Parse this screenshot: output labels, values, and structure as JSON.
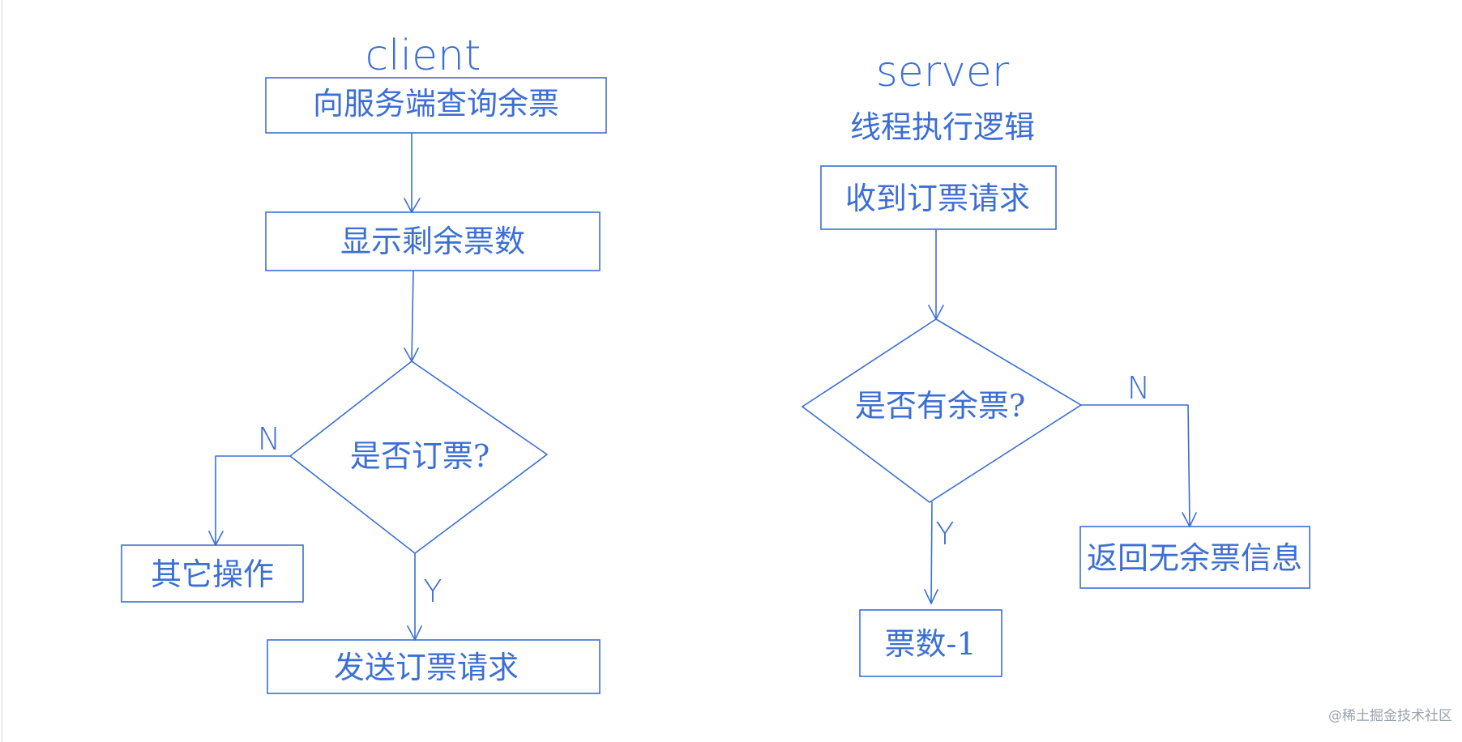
{
  "client": {
    "heading": "client",
    "query_box": "向服务端查询余票",
    "display_box": "显示剩余票数",
    "decision": "是否订票?",
    "label_no": "N",
    "label_yes": "Y",
    "other_box": "其它操作",
    "send_box": "发送订票请求"
  },
  "server": {
    "heading": "server",
    "subheading": "线程执行逻辑",
    "receive_box": "收到订票请求",
    "decision": "是否有余票?",
    "label_no": "N",
    "label_yes": "Y",
    "no_ticket_box": "返回无余票信息",
    "decrement_box": "票数-1"
  },
  "watermark": "@稀土掘金技术社区",
  "colors": {
    "ink": "#3c6fd4",
    "background": "#ffffff",
    "watermark": "#9aa3ad"
  }
}
